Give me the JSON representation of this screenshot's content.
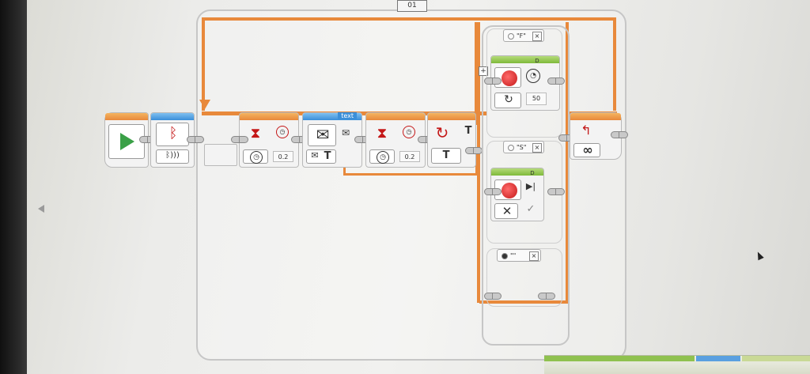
{
  "loop": {
    "label": "01",
    "mode_icon": "infinity-icon",
    "end_icon": "loop-return-icon"
  },
  "blocks": {
    "start": {
      "icon": "play-icon"
    },
    "bluetooth": {
      "icon": "bluetooth-icon",
      "mode_icon": "bluetooth-signal-icon"
    },
    "wait1": {
      "icon": "hourglass-icon",
      "mode_icon": "clock-icon",
      "value": "0.2"
    },
    "send_message": {
      "tag": "text",
      "icon": "envelope-icon",
      "mode_glyph": "T"
    },
    "wait2": {
      "icon": "hourglass-icon",
      "mode_icon": "clock-icon",
      "value": "0.2"
    },
    "receive_message": {
      "icon": "receive-message-icon",
      "mode_glyph": "T",
      "output_glyph": "T"
    }
  },
  "switch": {
    "cases": [
      {
        "label": "\"F\"",
        "motor": {
          "port": "D",
          "mode": "rotate",
          "value": "50"
        }
      },
      {
        "label": "\"S\"",
        "motor": {
          "port": "D",
          "mode": "stop"
        }
      },
      {
        "label": "\"\""
      }
    ]
  },
  "colors": {
    "wire": "#e8893b",
    "flow_bar": "#e8893b",
    "action_bar": "#7fb93a",
    "comm_bar": "#3b8fd9"
  }
}
